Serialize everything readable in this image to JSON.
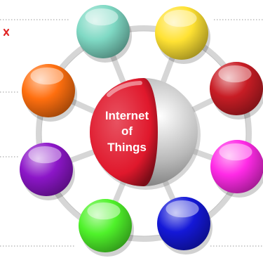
{
  "hub": {
    "line1": "Internet",
    "line2": "of",
    "line3": "Things",
    "red": "#e0182c",
    "silver": "#b9b9b9"
  },
  "ring_color": "#d6d6d6",
  "side_mark_color": "#e02424",
  "nodes": [
    {
      "name": "node-teal",
      "color": "#7fd9c4"
    },
    {
      "name": "node-yellow",
      "color": "#ffe233"
    },
    {
      "name": "node-red",
      "color": "#c81d25"
    },
    {
      "name": "node-magenta",
      "color": "#ff2ae6"
    },
    {
      "name": "node-blue",
      "color": "#1418d8"
    },
    {
      "name": "node-green",
      "color": "#4ff22a"
    },
    {
      "name": "node-purple",
      "color": "#8c16c8"
    },
    {
      "name": "node-orange",
      "color": "#ff6f0f"
    }
  ]
}
